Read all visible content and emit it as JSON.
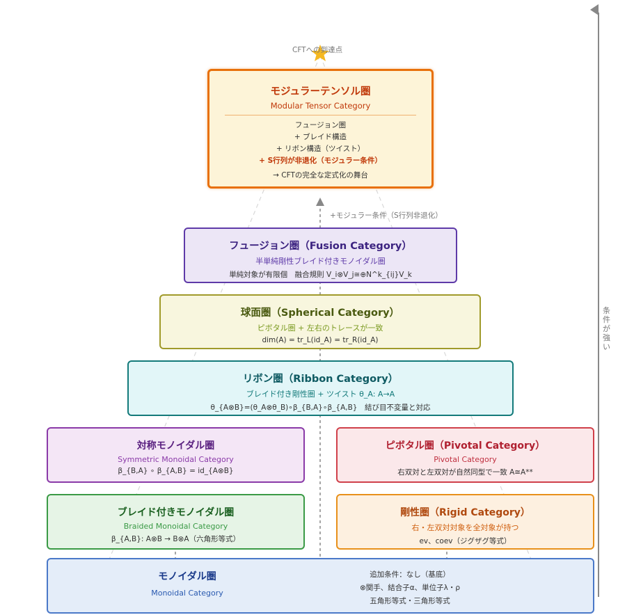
{
  "top_note": "CFTへの到達点",
  "axis_label": "条件が強い",
  "modular": {
    "title": "モジュラーテンソル圏",
    "subtitle": "Modular Tensor Category",
    "lines": [
      "フュージョン圏",
      "+ ブレイド構造",
      "+ リボン構造（ツイスト）"
    ],
    "highlight": "+ S行列が非退化（モジュラー条件）",
    "result": "→ CFTの完全な定式化の舞台"
  },
  "modular_condition": "+モジュラー条件（S行列非退化）",
  "fusion": {
    "title": "フュージョン圏（Fusion Category）",
    "subtitle": "半単純剛性ブレイド付きモノイダル圏",
    "desc": "単純対象が有限個　融合規則 V_i⊗V_j≅⊕N^k_{ij}V_k"
  },
  "spherical": {
    "title": "球面圏（Spherical Category）",
    "subtitle": "ピボタル圏 + 左右のトレースが一致",
    "desc": "dim(A) = tr_L(id_A) = tr_R(id_A)"
  },
  "ribbon": {
    "title": "リボン圏（Ribbon Category）",
    "subtitle": "ブレイド付き剛性圏 + ツイスト θ_A: A→A",
    "desc": "θ_{A⊗B}=(θ_A⊗θ_B)∘β_{B,A}∘β_{A,B}　結び目不変量と対応"
  },
  "symmetric": {
    "title": "対称モノイダル圏",
    "subtitle": "Symmetric Monoidal Category",
    "desc": "β_{B,A} ∘ β_{A,B} = id_{A⊗B}"
  },
  "pivotal": {
    "title": "ピボタル圏（Pivotal Category）",
    "subtitle": "Pivotal Category",
    "desc": "右双対と左双対が自然同型で一致 A≅A**"
  },
  "braided": {
    "title": "ブレイド付きモノイダル圏",
    "subtitle": "Braided Monoidal Category",
    "desc": "β_{A,B}: A⊗B → B⊗A（六角形等式）"
  },
  "rigid": {
    "title": "剛性圏（Rigid Category）",
    "subtitle": "右・左双対対象を全対象が持つ",
    "desc": "ev、coev（ジグザグ等式）"
  },
  "monoidal": {
    "title": "モノイダル圏",
    "subtitle": "Monoidal Category",
    "lines": [
      "追加条件：なし（基底）",
      "⊗関手、結合子α、単位子λ・ρ",
      "五角形等式・三角形等式"
    ]
  },
  "colors": {
    "modular": "#e8700a",
    "fusion": "#5e3aa8",
    "spherical": "#a09a2a",
    "ribbon": "#137a7a",
    "symmetric": "#8a3aa8",
    "pivotal": "#d0404a",
    "braided": "#3a9a45",
    "rigid": "#e8901a",
    "monoidal": "#4a78c8"
  }
}
